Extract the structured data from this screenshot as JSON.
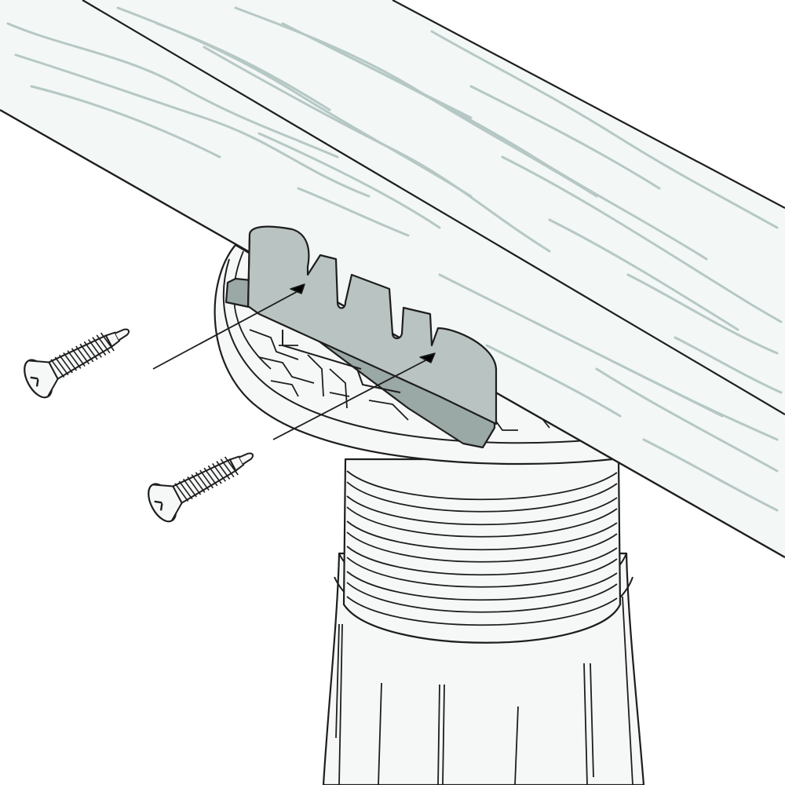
{
  "diagram": {
    "kind": "assembly-illustration",
    "components": [
      "joist",
      "clip",
      "pedestal-head",
      "pedestal-thread",
      "pedestal-base",
      "screw",
      "screw"
    ],
    "colors": {
      "outline": "#1e1e1e",
      "wood_fill": "#f3f7f6",
      "wood_grain": "#b6c8c5",
      "clip_fill": "#b9c4c2",
      "clip_shade": "#9aa8a6",
      "plastic_fill": "#f6f8f7",
      "background": "#ffffff"
    }
  }
}
